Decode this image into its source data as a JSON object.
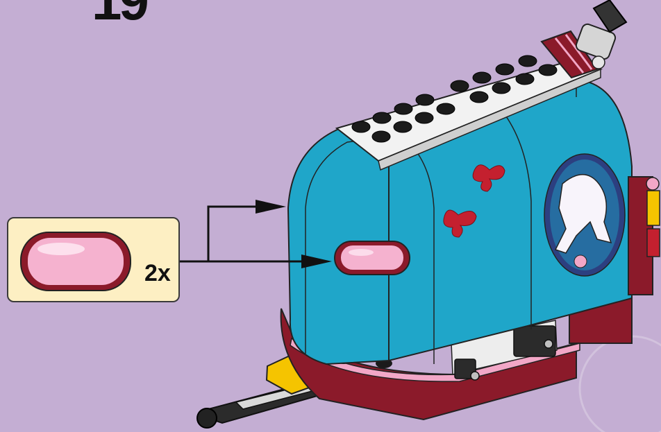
{
  "step": {
    "number": "19"
  },
  "callout": {
    "quantity": "2x",
    "part_name": "pink-oval-window-piece"
  },
  "model": {
    "name": "horse-trailer"
  },
  "colors": {
    "background": "#c4aed3",
    "callout_bg": "#fdefc3",
    "trailer_body": "#1fa6c9",
    "trailer_base": "#8b1a2a",
    "pink_trim": "#f2a7c7",
    "window_pink": "#f5b2cf",
    "plate_white": "#f2f2f2",
    "hitch_yellow": "#f5c400",
    "butterfly_red": "#c4202f",
    "stud_black": "#1b1b1b"
  }
}
